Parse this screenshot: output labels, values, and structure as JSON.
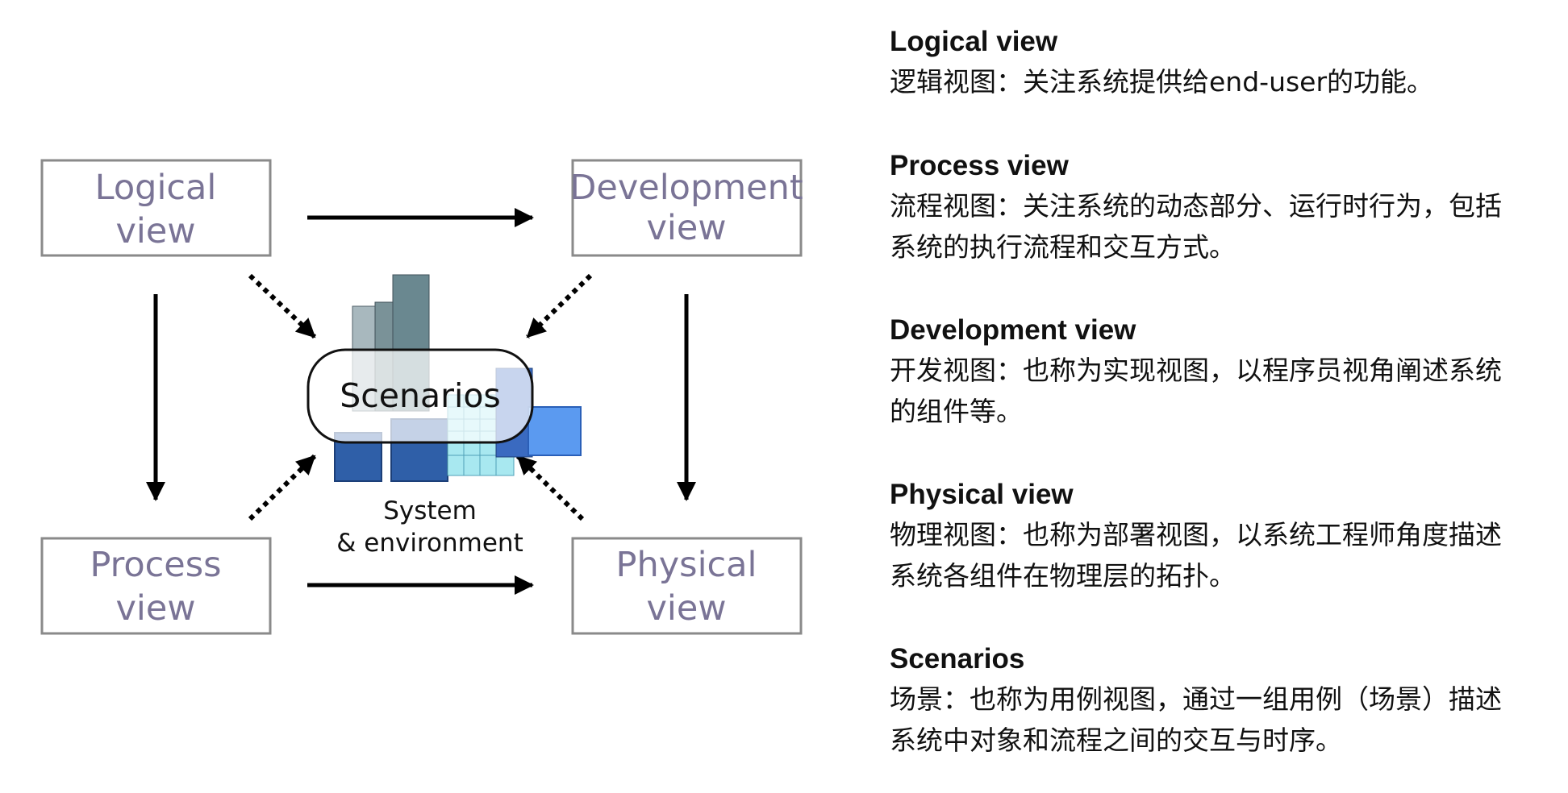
{
  "diagram": {
    "views": {
      "logical": {
        "line1": "Logical",
        "line2": "view"
      },
      "development": {
        "line1": "Development",
        "line2": "view"
      },
      "process": {
        "line1": "Process",
        "line2": "view"
      },
      "physical": {
        "line1": "Physical",
        "line2": "view"
      }
    },
    "scenarios_label": "Scenarios",
    "system_label": {
      "line1": "System",
      "line2": "& environment"
    }
  },
  "descriptions": [
    {
      "title": "Logical view",
      "text": "逻辑视图：关注系统提供给end-user的功能。"
    },
    {
      "title": "Process view",
      "text": "流程视图：关注系统的动态部分、运行时行为，包括系统的执行流程和交互方式。"
    },
    {
      "title": "Development view",
      "text": "开发视图：也称为实现视图，以程序员视角阐述系统的组件等。"
    },
    {
      "title": "Physical view",
      "text": "物理视图：也称为部署视图，以系统工程师角度描述系统各组件在物理层的拓扑。"
    },
    {
      "title": "Scenarios",
      "text": "场景：也称为用例视图，通过一组用例（场景）描述系统中对象和流程之间的交互与时序。"
    }
  ]
}
